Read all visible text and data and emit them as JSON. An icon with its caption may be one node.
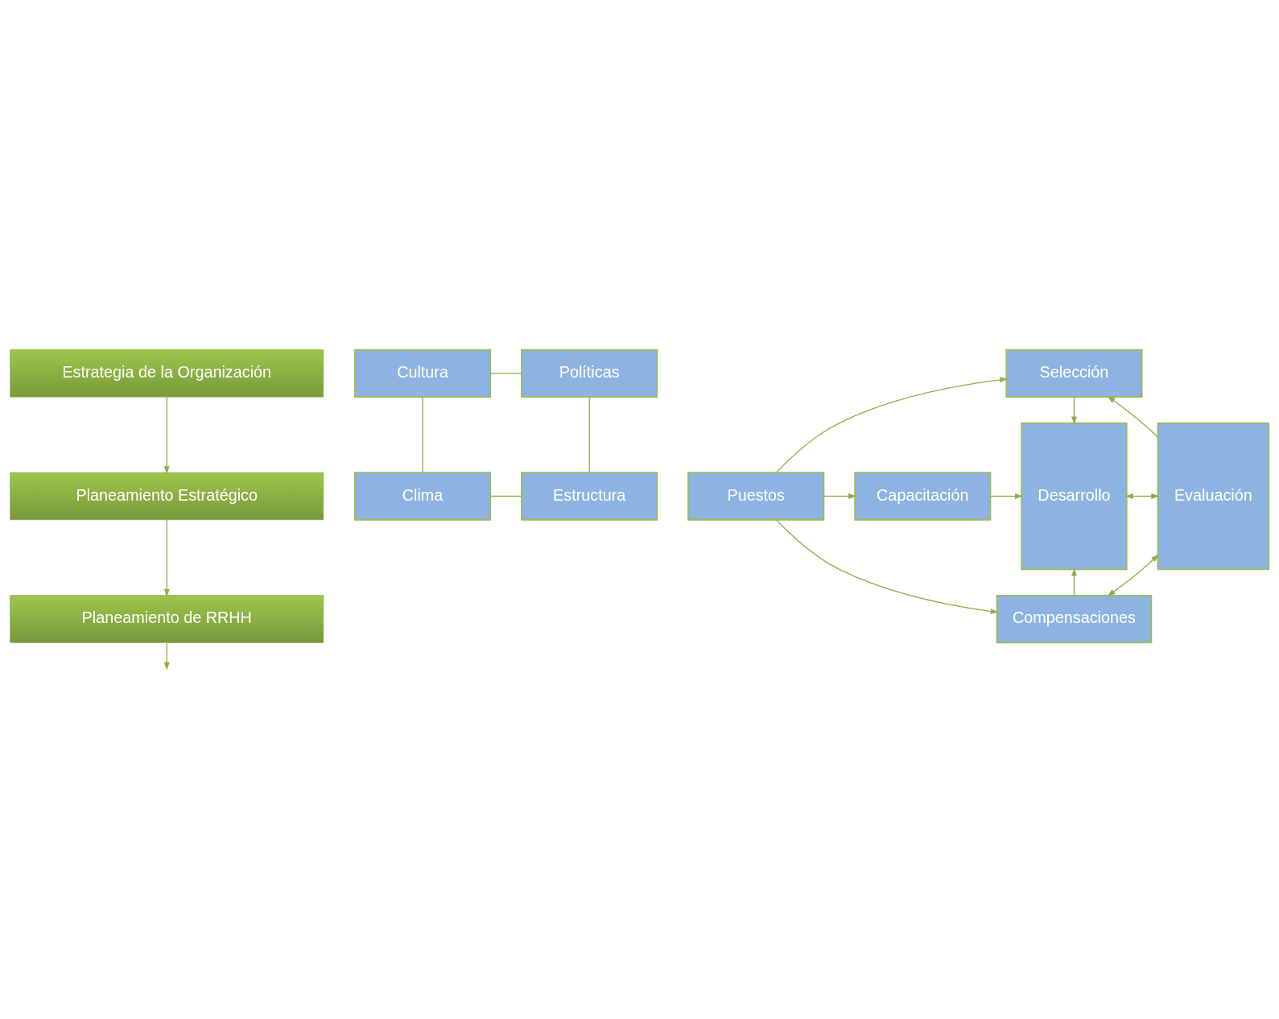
{
  "diagram": {
    "nodes": [
      {
        "text": [
          "Estrategia de la Organización"
        ]
      },
      {
        "text": [
          "Planeamiento Estratégico"
        ]
      },
      {
        "text": [
          "Planeamiento de RRHH"
        ]
      },
      {
        "text": [
          "Cultura"
        ]
      },
      {
        "text": [
          "Políticas"
        ]
      },
      {
        "text": [
          "Selección"
        ]
      },
      {
        "text": [
          "Desarrollo"
        ]
      },
      {
        "text": [
          "Evaluación"
        ]
      },
      {
        "text": [
          "Puestos"
        ]
      },
      {
        "text": [
          "Capacitación"
        ]
      },
      {
        "text": [
          "Compensaciones"
        ]
      },
      {
        "text": [
          "Clima"
        ]
      },
      {
        "text": [
          "Estructura"
        ]
      }
    ],
    "edges": [
      {
        "from": 0,
        "to": 1,
        "arrow": "to"
      },
      {
        "from": 1,
        "to": 2,
        "arrow": "to"
      },
      {
        "from": 2,
        "to": null,
        "arrow": "to"
      },
      {
        "from": 3,
        "to": 4,
        "arrow": "none"
      },
      {
        "from": 3,
        "to": 11,
        "arrow": "none"
      },
      {
        "from": 4,
        "to": 12,
        "arrow": "none"
      },
      {
        "from": 11,
        "to": 12,
        "arrow": "none"
      },
      {
        "from": 8,
        "to": 5,
        "arrow": "to"
      },
      {
        "from": 5,
        "to": 6,
        "arrow": "to"
      },
      {
        "from": 7,
        "to": 5,
        "arrow": "to"
      },
      {
        "from": 8,
        "to": 9,
        "arrow": "to"
      },
      {
        "from": 9,
        "to": 6,
        "arrow": "to"
      },
      {
        "from": 6,
        "to": 7,
        "arrow": "both"
      },
      {
        "from": 8,
        "to": 10,
        "arrow": "to"
      },
      {
        "from": 10,
        "to": 6,
        "arrow": "to"
      },
      {
        "from": 10,
        "to": 7,
        "arrow": "both"
      }
    ]
  }
}
